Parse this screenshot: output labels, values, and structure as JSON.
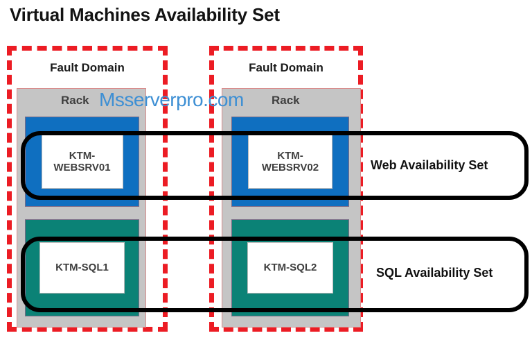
{
  "title": "Virtual Machines Availability Set",
  "watermark": "Msserverpro.com",
  "colors": {
    "fault_domain_border": "#ec1c24",
    "rack_fill": "#c5c5c5",
    "web_vm_fill": "#0f6fc0",
    "sql_vm_fill": "#0b8276",
    "availability_set_outline": "#000000",
    "watermark": "#3d8fd4",
    "title_text": "#131313"
  },
  "fault_domains": [
    {
      "label": "Fault Domain",
      "rack_label": "Rack",
      "vms": [
        {
          "name": "KTM-\nWEBSRV01",
          "tier": "web"
        },
        {
          "name": "KTM-SQL1",
          "tier": "sql"
        }
      ]
    },
    {
      "label": "Fault Domain",
      "rack_label": "Rack",
      "vms": [
        {
          "name": "KTM-\nWEBSRV02",
          "tier": "web"
        },
        {
          "name": "KTM-SQL2",
          "tier": "sql"
        }
      ]
    }
  ],
  "availability_sets": [
    {
      "label": "Web Availability Set",
      "members": [
        "KTM-WEBSRV01",
        "KTM-WEBSRV02"
      ]
    },
    {
      "label": "SQL Availability Set",
      "members": [
        "KTM-SQL1",
        "KTM-SQL2"
      ]
    }
  ]
}
